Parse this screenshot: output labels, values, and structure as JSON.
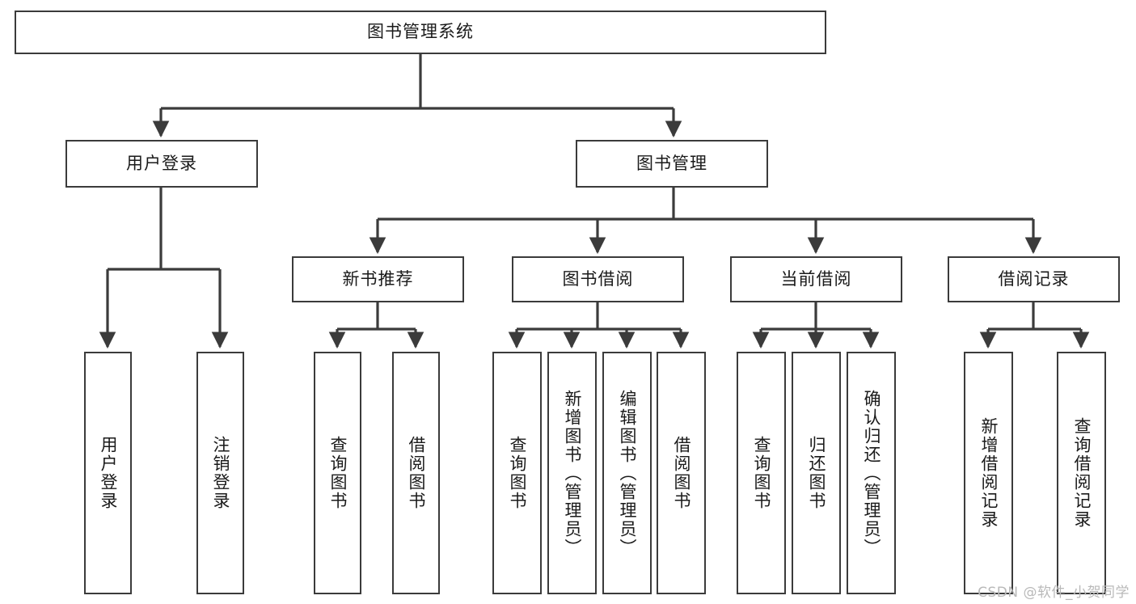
{
  "diagram": {
    "title": "图书管理系统",
    "type": "tree",
    "root": {
      "id": "root",
      "label": "图书管理系统"
    },
    "level2": [
      {
        "id": "user-login",
        "label": "用户登录"
      },
      {
        "id": "book-manage",
        "label": "图书管理"
      }
    ],
    "level3": [
      {
        "id": "new-book-rec",
        "label": "新书推荐",
        "parent": "book-manage"
      },
      {
        "id": "book-borrow",
        "label": "图书借阅",
        "parent": "book-manage"
      },
      {
        "id": "current-borrow",
        "label": "当前借阅",
        "parent": "book-manage"
      },
      {
        "id": "borrow-record",
        "label": "借阅记录",
        "parent": "book-manage"
      }
    ],
    "leaves": [
      {
        "id": "leaf-user-login",
        "label": "用户登录",
        "parent": "user-login"
      },
      {
        "id": "leaf-user-logout",
        "label": "注销登录",
        "parent": "user-login"
      },
      {
        "id": "leaf-query-book-1",
        "label": "查询图书",
        "parent": "new-book-rec"
      },
      {
        "id": "leaf-borrow-book-1",
        "label": "借阅图书",
        "parent": "new-book-rec"
      },
      {
        "id": "leaf-query-book-2",
        "label": "查询图书",
        "parent": "book-borrow"
      },
      {
        "id": "leaf-add-book",
        "label": "新增图书（管理员）",
        "parent": "book-borrow"
      },
      {
        "id": "leaf-edit-book",
        "label": "编辑图书（管理员）",
        "parent": "book-borrow"
      },
      {
        "id": "leaf-borrow-book-2",
        "label": "借阅图书",
        "parent": "book-borrow"
      },
      {
        "id": "leaf-query-book-3",
        "label": "查询图书",
        "parent": "current-borrow"
      },
      {
        "id": "leaf-return-book",
        "label": "归还图书",
        "parent": "current-borrow"
      },
      {
        "id": "leaf-confirm-return",
        "label": "确认归还（管理员）",
        "parent": "current-borrow"
      },
      {
        "id": "leaf-add-record",
        "label": "新增借阅记录",
        "parent": "borrow-record"
      },
      {
        "id": "leaf-query-record",
        "label": "查询借阅记录",
        "parent": "borrow-record"
      }
    ],
    "colors": {
      "stroke": "#3b3b3b",
      "fill": "#ffffff",
      "text": "#1a1a1a",
      "watermark": "#b9b9b9"
    }
  },
  "watermark": {
    "text": "CSDN @软件_小贺同学"
  }
}
